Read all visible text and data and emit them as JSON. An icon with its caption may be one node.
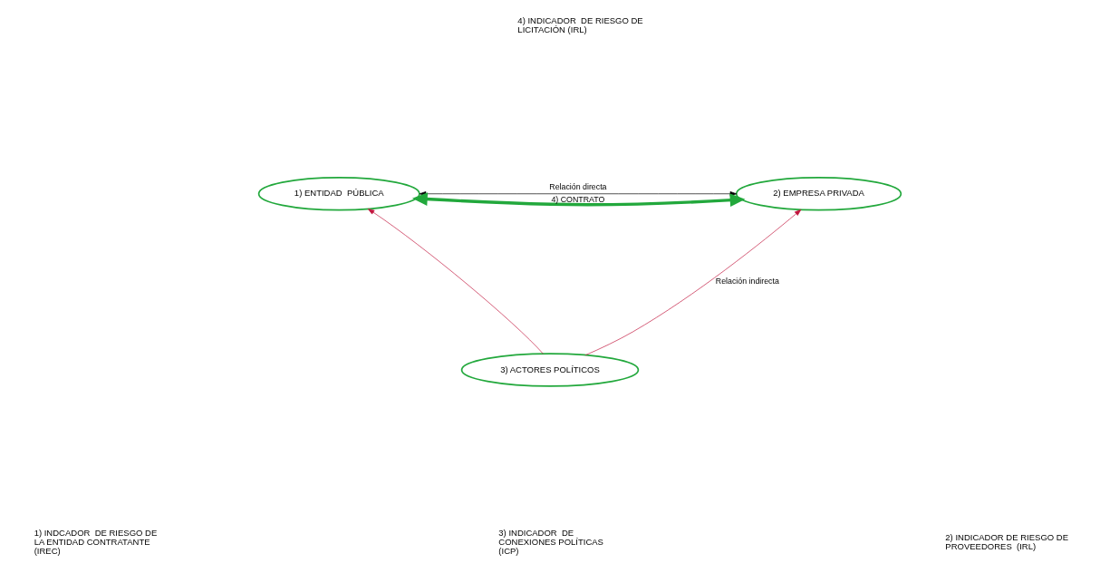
{
  "diagram": {
    "nodes": [
      {
        "text": [
          "1) ENTIDAD  PÚBLICA"
        ]
      },
      {
        "text": [
          "2) EMPRESA PRIVADA"
        ]
      },
      {
        "text": [
          "3) ACTORES POLÍTICOS"
        ]
      }
    ],
    "edges": [
      {
        "from": 0,
        "to": 1,
        "arrow": "both",
        "label": "Relación directa",
        "color": "#000000"
      },
      {
        "from": 0,
        "to": 1,
        "arrow": "both",
        "label": "4) CONTRATO",
        "style": "thick",
        "color": "#22a83c"
      },
      {
        "from": 2,
        "to": 0,
        "arrow": "to",
        "color": "#c0143c"
      },
      {
        "from": 2,
        "to": 1,
        "arrow": "to",
        "label": "Relación indirecta",
        "color": "#c0143c"
      }
    ],
    "labels": [
      "4) INDICADOR  DE RIESGO DE LICITACIÓN (IRL)",
      "1) INDCADOR  DE RIESGO DE LA ENTIDAD CONTRATANTE  (IREC)",
      "3) INDICADOR  DE CONEXIONES POLÍTICAS  (ICP)",
      "2) INDICADOR DE RIESGO DE PROVEEDORES  (IRL)"
    ]
  }
}
